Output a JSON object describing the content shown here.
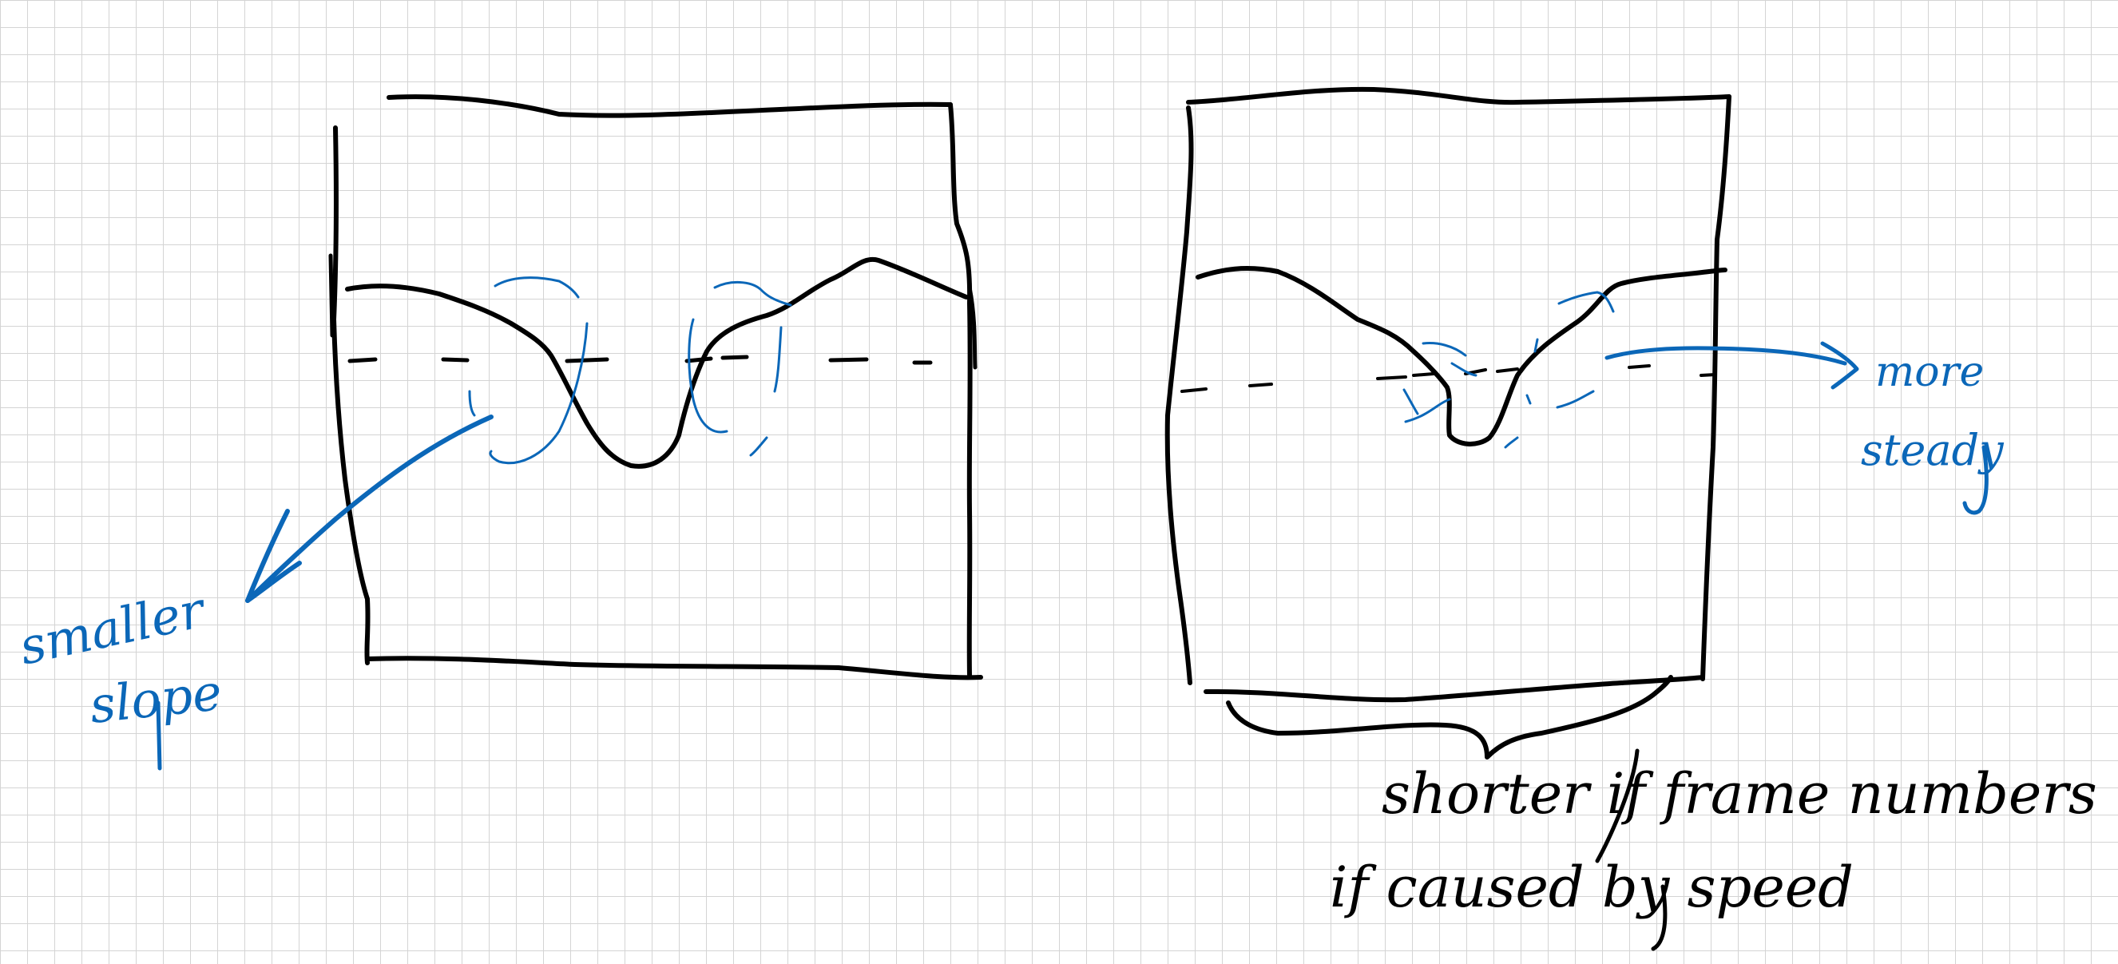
{
  "notes": {
    "left_annotation_line1": "smaller",
    "left_annotation_line2": "slope",
    "right_annotation_line1": "more",
    "right_annotation_line2": "steady",
    "bottom_note_line1": "shorter if frame numbers",
    "bottom_note_line2": "if caused by speed"
  },
  "colors": {
    "ink_black": "#000000",
    "ink_blue": "#0b67b8",
    "grid": "#d4d4d4",
    "paper": "#ffffff"
  }
}
